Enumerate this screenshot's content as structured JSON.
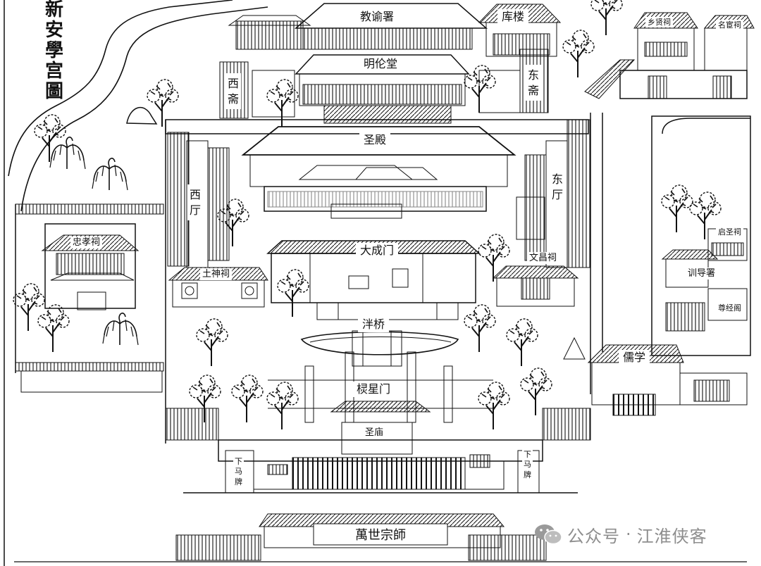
{
  "map": {
    "title": "新安學宫圖",
    "plaque": "萬世宗師",
    "labels": {
      "jiaoyu_shu": "教谕署",
      "ku_lou": "库楼",
      "xiangxian_ci": "乡贤祠",
      "minghuan_ci": "名宦祠",
      "minglun_tang": "明伦堂",
      "xi_zhai": "西斋",
      "dong_zhai": "东斋",
      "sheng_dian": "圣殿",
      "xi_ting": "西厅",
      "dong_ting": "东厅",
      "zhongxiao_ci": "忠孝祠",
      "dacheng_men": "大成门",
      "wenchang_ci": "文昌祠",
      "tushen_ci": "土神祠",
      "qisheng_ci": "启圣祠",
      "xundao_shu": "训导署",
      "zunjing_ge": "尊经阁",
      "pan_qiao": "泮桥",
      "ru_xue": "儒学",
      "lingxing_men": "棂星门",
      "sheng_miao": "圣庙",
      "xiama_pai_left": "下马牌",
      "xiama_pai_right": "下马牌"
    }
  },
  "watermark": {
    "icon": "wechat-icon",
    "label": "公众号",
    "separator": "·",
    "name": "江淮侠客",
    "color": "#8e8e8e"
  }
}
